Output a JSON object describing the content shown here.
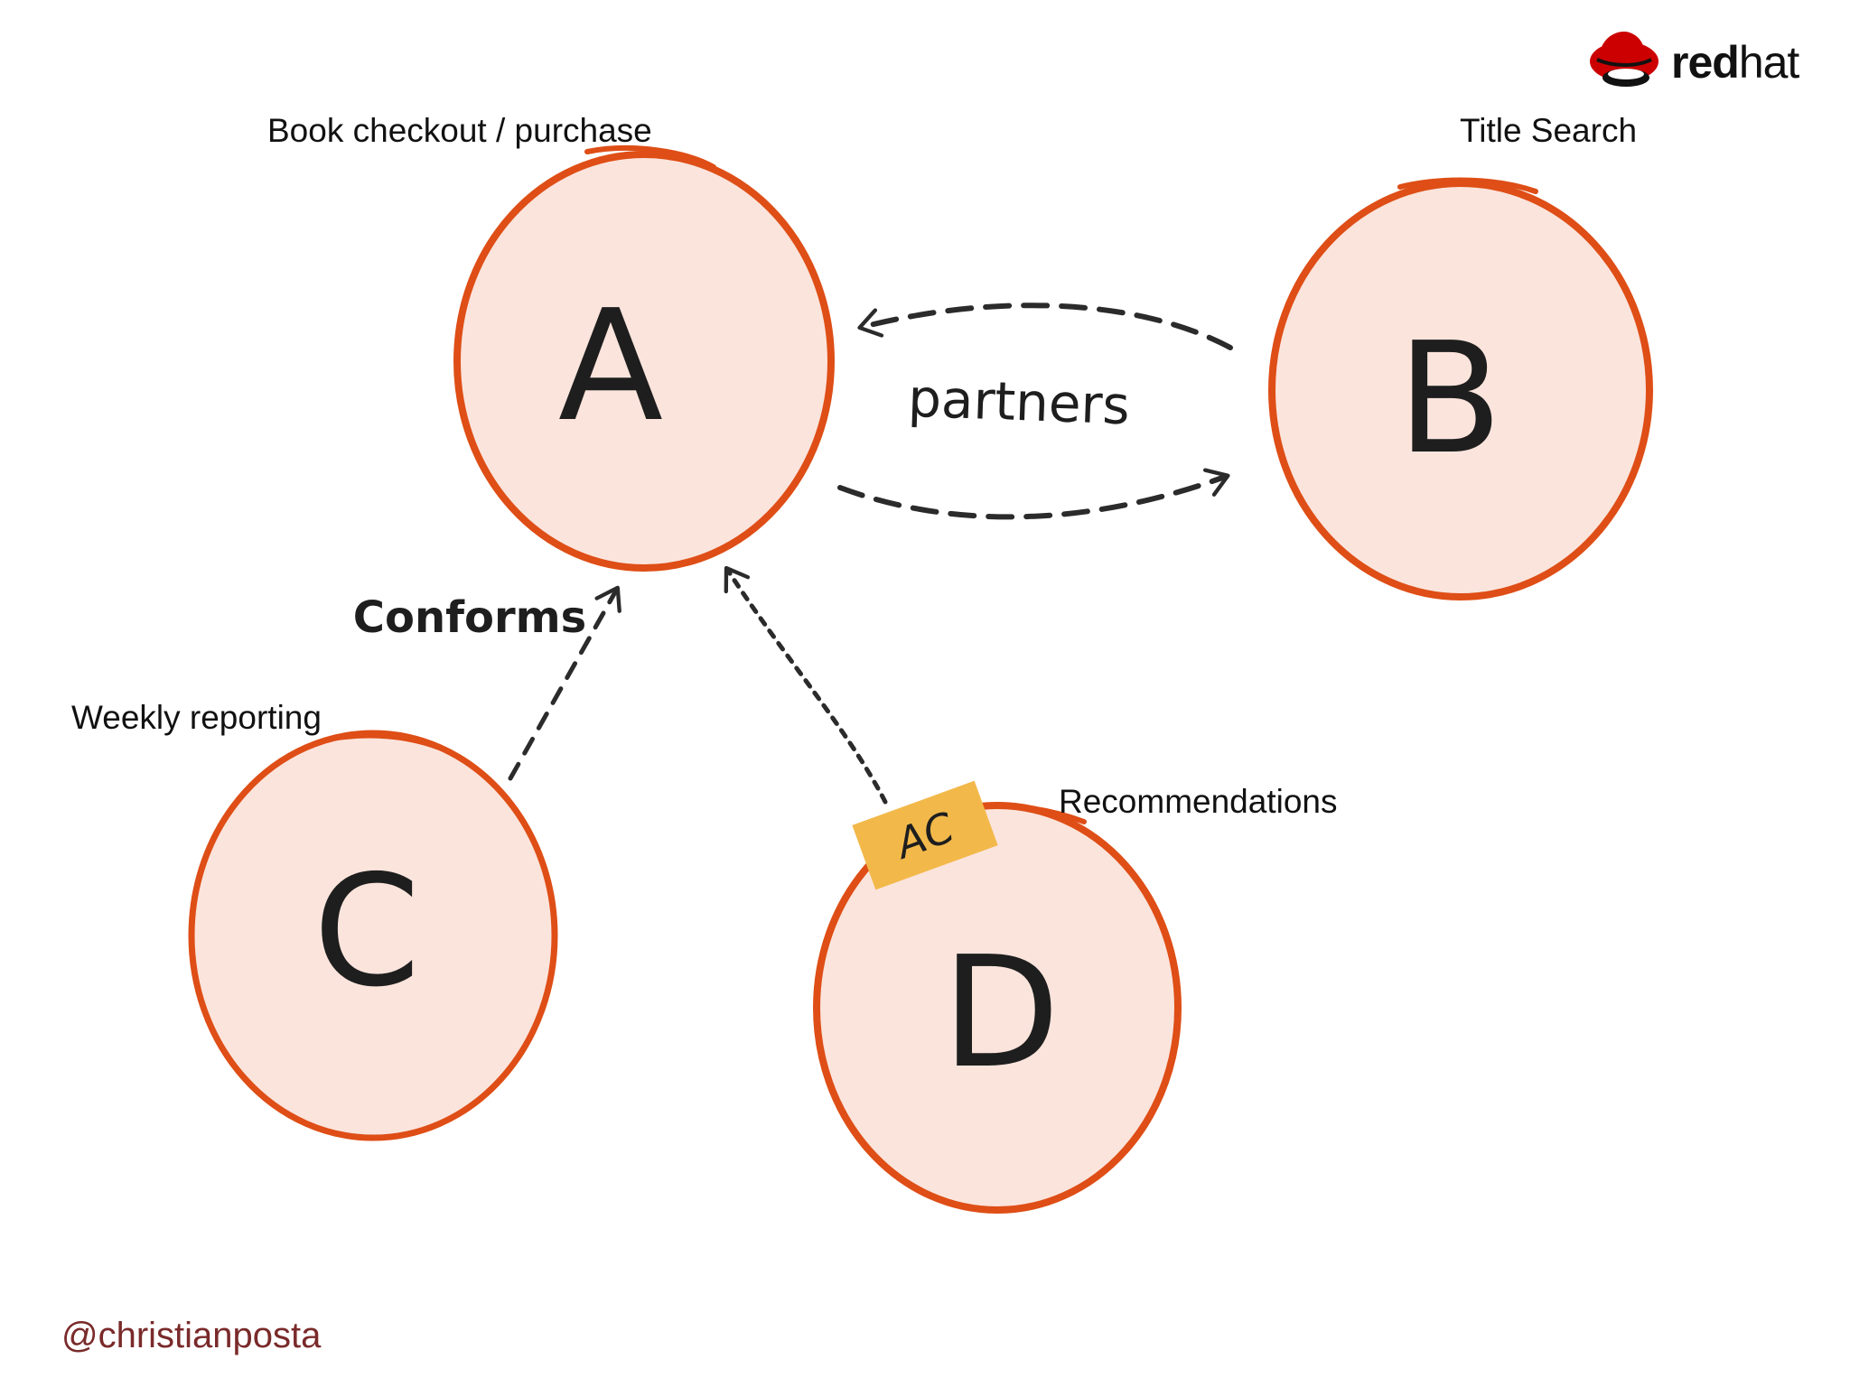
{
  "nodes": [
    {
      "id": "A",
      "letter": "A",
      "label": "Book checkout / purchase"
    },
    {
      "id": "B",
      "letter": "B",
      "label": "Title Search"
    },
    {
      "id": "C",
      "letter": "C",
      "label": "Weekly reporting"
    },
    {
      "id": "D",
      "letter": "D",
      "label": "Recommendations"
    }
  ],
  "edges": [
    {
      "from": "B",
      "to": "A",
      "label": "partners"
    },
    {
      "from": "A",
      "to": "B",
      "label": ""
    },
    {
      "from": "C",
      "to": "A",
      "label": "Conforms"
    },
    {
      "from": "D",
      "to": "A",
      "label": ""
    }
  ],
  "tag": {
    "text": "AC",
    "color": "#f2b94a"
  },
  "brand": {
    "logo_text_bold": "red",
    "logo_text_light": "hat",
    "logo_color": "#cc0000"
  },
  "footer": {
    "handle": "@christianposta"
  },
  "colors": {
    "circle_fill": "#fbe4dc",
    "circle_stroke": "#de4e16",
    "arrow": "#2b2b2b"
  }
}
